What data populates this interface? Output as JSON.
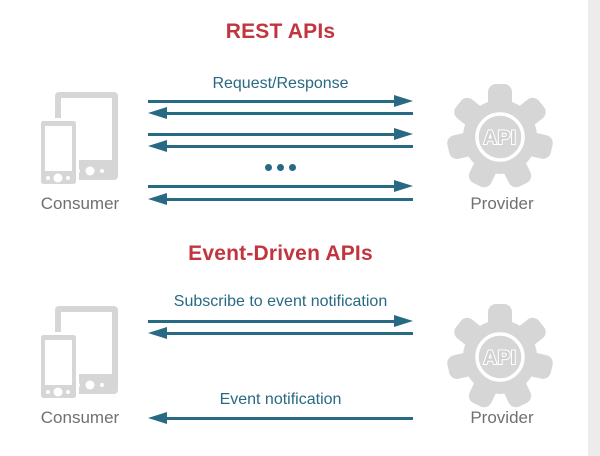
{
  "colors": {
    "red": "#c1353f",
    "teal": "#286983",
    "icon_gray": "#d6d6d6",
    "label_gray": "#6e7072"
  },
  "rest": {
    "title": "REST APIs",
    "exchange_label": "Request/Response",
    "consumer_label": "Consumer",
    "provider_label": "Provider",
    "api_badge": "API",
    "more_indicator": "..."
  },
  "event": {
    "title": "Event-Driven APIs",
    "subscribe_label": "Subscribe to event notification",
    "notification_label": "Event notification",
    "consumer_label": "Consumer",
    "provider_label": "Provider",
    "api_badge": "API"
  }
}
